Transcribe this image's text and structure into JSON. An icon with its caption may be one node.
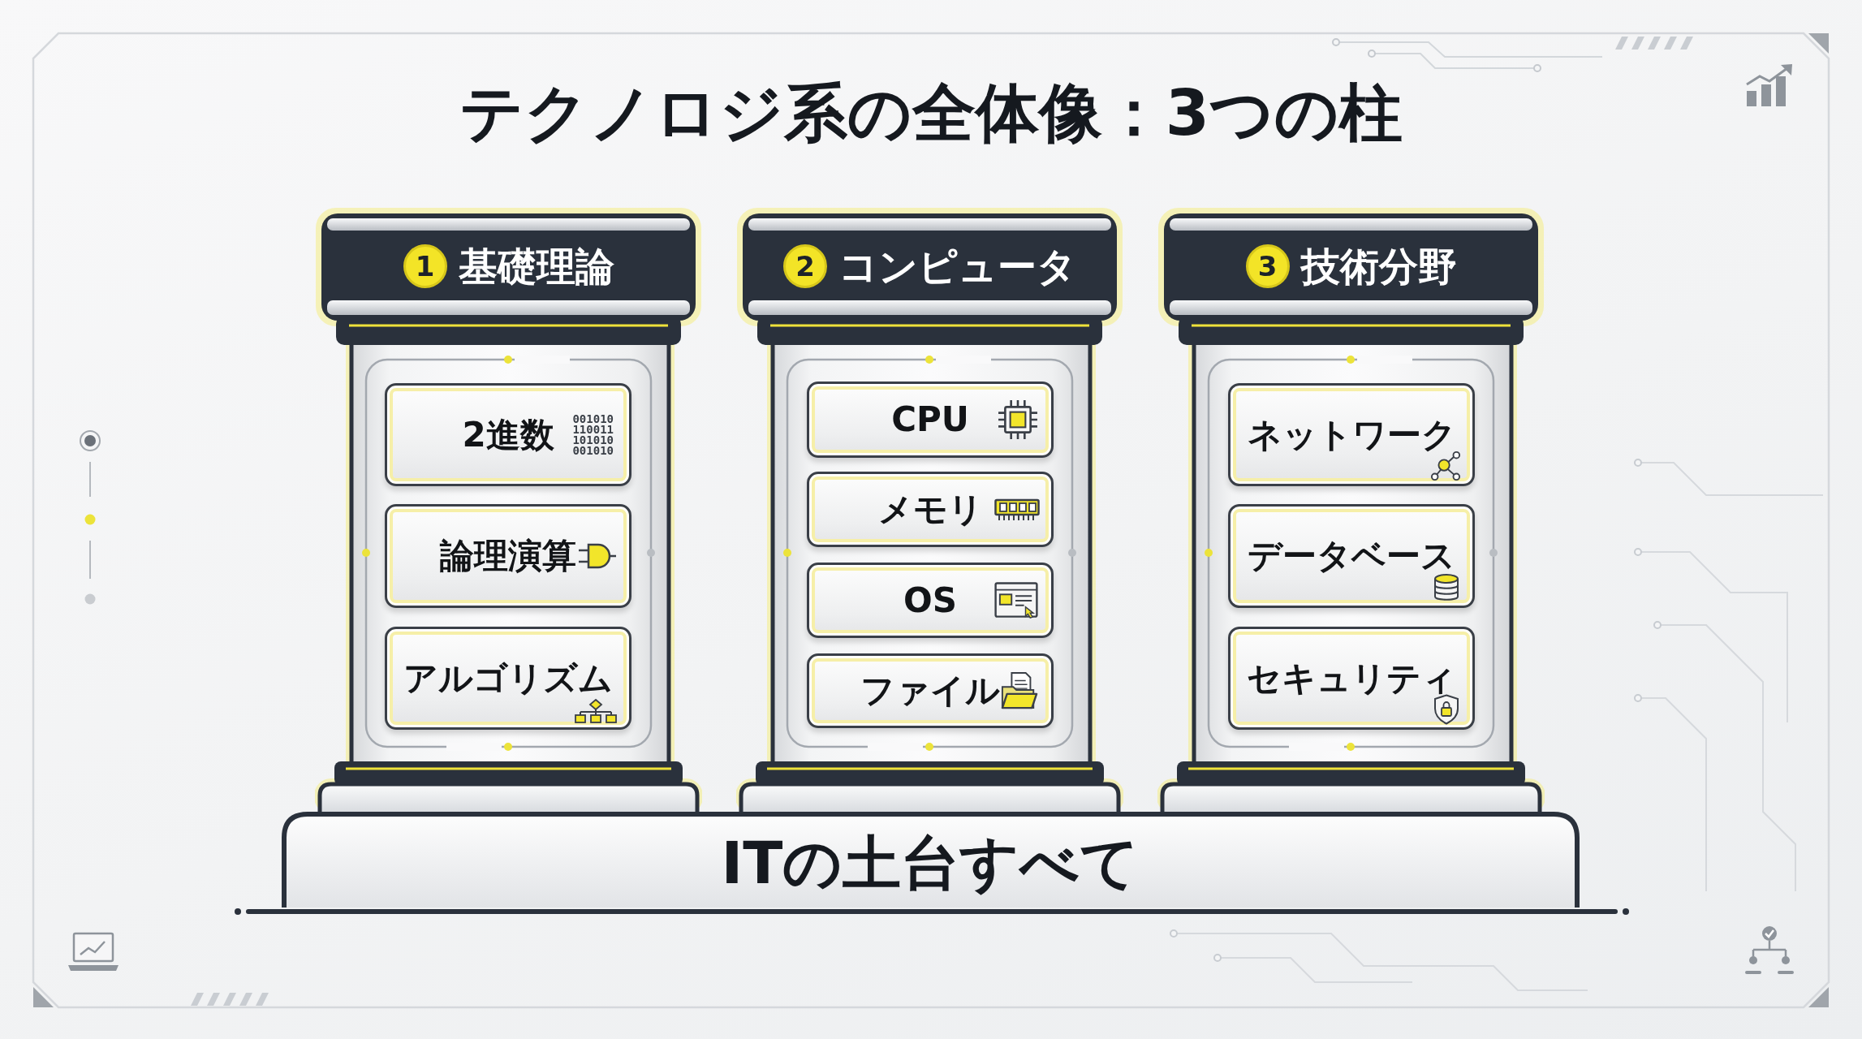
{
  "diagram": {
    "title": "テクノロジ系の全体像：3つの柱",
    "nodes": [
      {
        "text": [
          "1",
          "基礎理論"
        ]
      },
      {
        "text": [
          "2進数",
          "001010 110011 101010 001010"
        ],
        "in": 0
      },
      {
        "text": [
          "論理演算"
        ],
        "in": 0
      },
      {
        "text": [
          "アルゴリズム"
        ],
        "in": 0
      },
      {
        "text": [
          "2",
          "コンピュータ"
        ]
      },
      {
        "text": [
          "CPU"
        ],
        "in": 4
      },
      {
        "text": [
          "メモリ"
        ],
        "in": 4
      },
      {
        "text": [
          "OS"
        ],
        "in": 4
      },
      {
        "text": [
          "ファイル"
        ],
        "in": 4
      },
      {
        "text": [
          "3",
          "技術分野"
        ]
      },
      {
        "text": [
          "ネットワーク"
        ],
        "in": 9
      },
      {
        "text": [
          "データベース"
        ],
        "in": 9
      },
      {
        "text": [
          "セキュリティ"
        ],
        "in": 9
      },
      {
        "text": [
          "ITの土台すべて"
        ]
      }
    ]
  }
}
